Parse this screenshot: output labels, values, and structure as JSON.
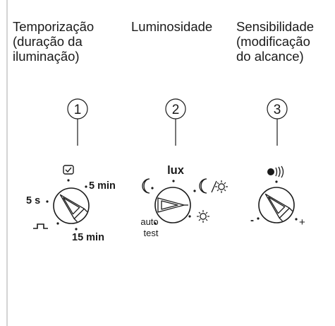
{
  "headings": {
    "timer": "Temporização\n(duração da\niluminação)",
    "brightness": "Luminosidade",
    "sensitivity": "Sensibilidade\n(modificação\ndo alcance)"
  },
  "dials": [
    {
      "number": "1",
      "labels": {
        "min": "5 s",
        "mid": "5 min",
        "max": "15 min"
      }
    },
    {
      "number": "2",
      "labels": {
        "top": "lux",
        "auto1": "auto",
        "auto2": "test"
      }
    },
    {
      "number": "3",
      "labels": {
        "minus": "-",
        "plus": "+"
      }
    }
  ],
  "icons": [
    "timer-clock-icon",
    "pulse-icon",
    "moon-icon",
    "moon-sun-icon",
    "sun-icon",
    "range-icon"
  ]
}
